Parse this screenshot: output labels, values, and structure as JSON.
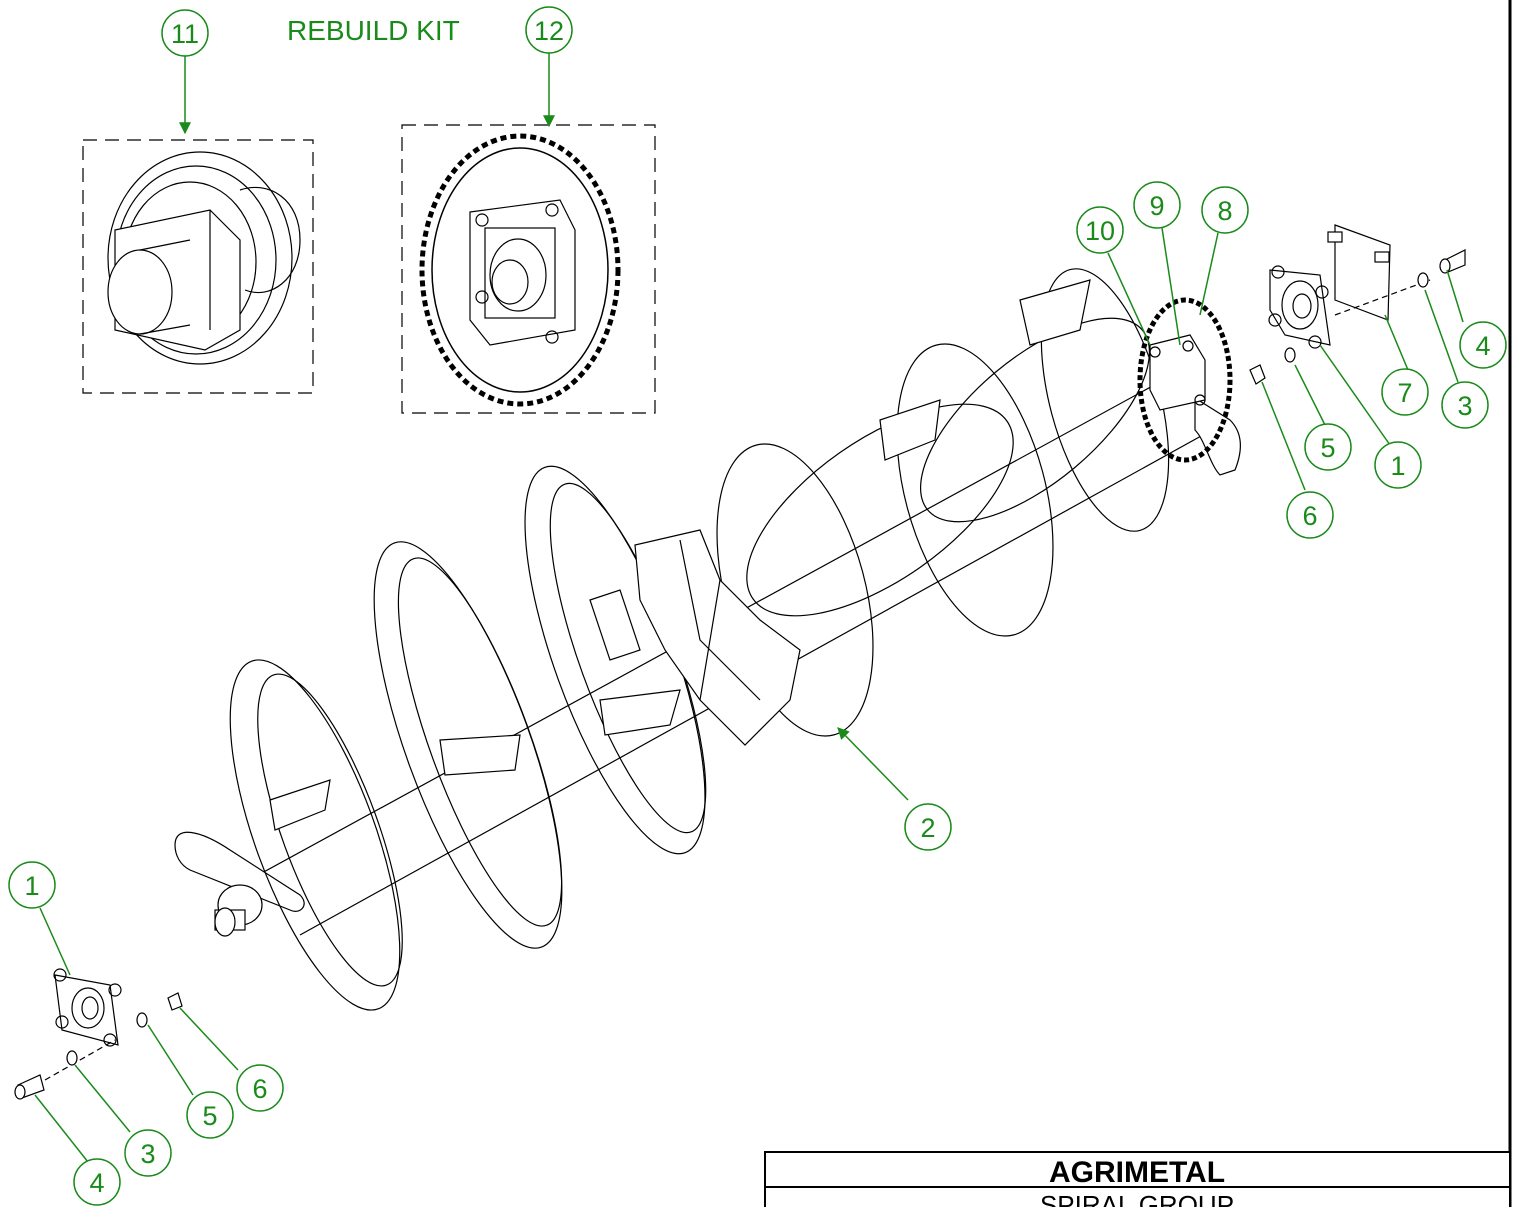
{
  "kit_label": "REBUILD KIT",
  "colors": {
    "callout": "#1a8a1a",
    "line": "#000000",
    "background": "#ffffff"
  },
  "balloons": [
    {
      "id": "b11-top",
      "label": "11"
    },
    {
      "id": "b12-top",
      "label": "12"
    },
    {
      "id": "b10",
      "label": "10"
    },
    {
      "id": "b9",
      "label": "9"
    },
    {
      "id": "b8",
      "label": "8"
    },
    {
      "id": "b4-right",
      "label": "4"
    },
    {
      "id": "b7",
      "label": "7"
    },
    {
      "id": "b3-right",
      "label": "3"
    },
    {
      "id": "b5-right",
      "label": "5"
    },
    {
      "id": "b1-right",
      "label": "1"
    },
    {
      "id": "b6-right",
      "label": "6"
    },
    {
      "id": "b2",
      "label": "2"
    },
    {
      "id": "b1-left",
      "label": "1"
    },
    {
      "id": "b6-left",
      "label": "6"
    },
    {
      "id": "b5-left",
      "label": "5"
    },
    {
      "id": "b3-left",
      "label": "3"
    },
    {
      "id": "b4-left",
      "label": "4"
    }
  ],
  "title_block": {
    "company": "AGRIMETAL",
    "title": "SPIRAL GROUP"
  }
}
